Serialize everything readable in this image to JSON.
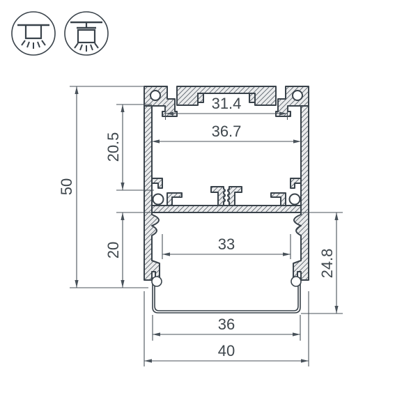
{
  "drawing": {
    "title": "aluminium-led-profile-cross-section",
    "dimensions": {
      "top_slot_width": "31.4",
      "top_inner_width": "36.7",
      "upper_cavity_height": "20.5",
      "overall_height": "50",
      "bottom_inner_width": "33",
      "lower_cavity_height": "20",
      "diffuser_drop_height": "24.8",
      "diffuser_width": "36",
      "overall_width": "40"
    },
    "icons": [
      {
        "name": "recessed-mount-icon"
      },
      {
        "name": "pendant-mount-icon"
      }
    ],
    "colors": {
      "line": "#39424a",
      "dimension_line": "#49525a",
      "hatch_fill": "#ebeced",
      "background": "#ffffff"
    }
  }
}
